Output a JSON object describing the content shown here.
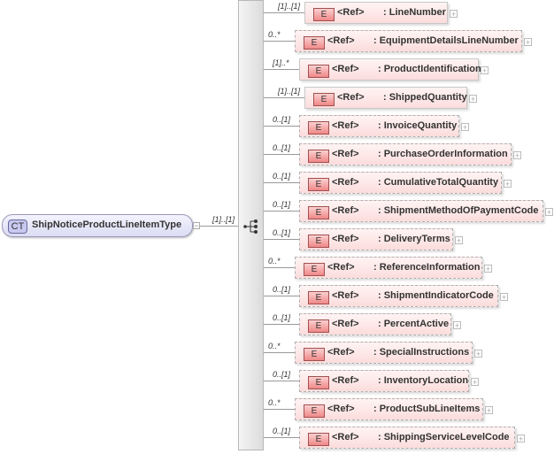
{
  "complex_type": {
    "badge": "CT",
    "name": "ShipNoticeProductLineItemType",
    "cardinality": "[1]..[1]"
  },
  "sequence_icon": "sequence-compositor-icon",
  "elements": [
    {
      "badge": "E",
      "ref": "<Ref>",
      "name": ": LineNumber",
      "cardinality": "[1]..[1]",
      "optional": false
    },
    {
      "badge": "E",
      "ref": "<Ref>",
      "name": ": EquipmentDetailsLineNumber",
      "cardinality": "0..*",
      "optional": true
    },
    {
      "badge": "E",
      "ref": "<Ref>",
      "name": ": ProductIdentification",
      "cardinality": "[1]..*",
      "optional": false
    },
    {
      "badge": "E",
      "ref": "<Ref>",
      "name": ": ShippedQuantity",
      "cardinality": "[1]..[1]",
      "optional": false
    },
    {
      "badge": "E",
      "ref": "<Ref>",
      "name": ": InvoiceQuantity",
      "cardinality": "0..[1]",
      "optional": true
    },
    {
      "badge": "E",
      "ref": "<Ref>",
      "name": ": PurchaseOrderInformation",
      "cardinality": "0..[1]",
      "optional": true
    },
    {
      "badge": "E",
      "ref": "<Ref>",
      "name": ": CumulativeTotalQuantity",
      "cardinality": "0..[1]",
      "optional": true
    },
    {
      "badge": "E",
      "ref": "<Ref>",
      "name": ": ShipmentMethodOfPaymentCode",
      "cardinality": "0..[1]",
      "optional": true
    },
    {
      "badge": "E",
      "ref": "<Ref>",
      "name": ": DeliveryTerms",
      "cardinality": "0..[1]",
      "optional": true
    },
    {
      "badge": "E",
      "ref": "<Ref>",
      "name": ": ReferenceInformation",
      "cardinality": "0..*",
      "optional": true
    },
    {
      "badge": "E",
      "ref": "<Ref>",
      "name": ": ShipmentIndicatorCode",
      "cardinality": "0..[1]",
      "optional": true
    },
    {
      "badge": "E",
      "ref": "<Ref>",
      "name": ": PercentActive",
      "cardinality": "0..[1]",
      "optional": true
    },
    {
      "badge": "E",
      "ref": "<Ref>",
      "name": ": SpecialInstructions",
      "cardinality": "0..*",
      "optional": true
    },
    {
      "badge": "E",
      "ref": "<Ref>",
      "name": ": InventoryLocation",
      "cardinality": "0..[1]",
      "optional": true
    },
    {
      "badge": "E",
      "ref": "<Ref>",
      "name": ": ProductSubLineItems",
      "cardinality": "0..*",
      "optional": true
    },
    {
      "badge": "E",
      "ref": "<Ref>",
      "name": ": ShippingServiceLevelCode",
      "cardinality": "0..[1]",
      "optional": true
    }
  ]
}
